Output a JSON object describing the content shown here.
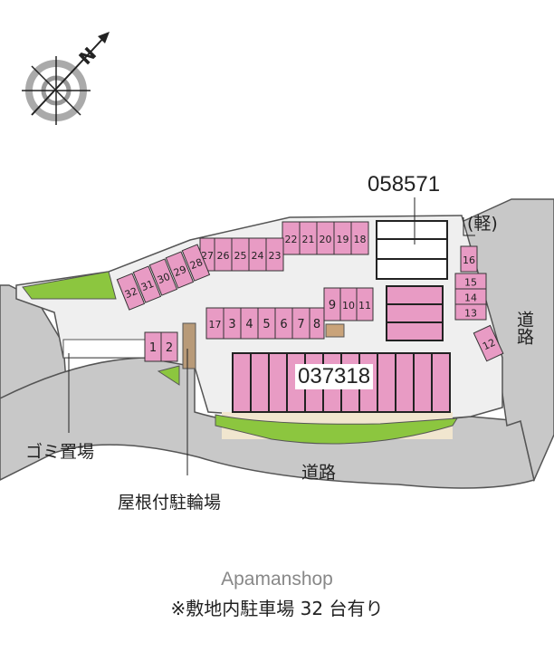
{
  "compass": {
    "north_label": "N"
  },
  "buildings": [
    {
      "id": "058571"
    },
    {
      "id": "037318"
    }
  ],
  "labels": {
    "kei": "(軽)",
    "road_right": "道路",
    "road_bottom": "道路",
    "garbage": "ゴミ置場",
    "bike_parking": "屋根付駐輪場"
  },
  "parking_spots": [
    "1",
    "2",
    "3",
    "4",
    "5",
    "6",
    "7",
    "8",
    "9",
    "10",
    "11",
    "12",
    "13",
    "14",
    "15",
    "16",
    "17",
    "18",
    "19",
    "20",
    "21",
    "22",
    "23",
    "24",
    "25",
    "26",
    "27",
    "28",
    "29",
    "30",
    "31",
    "32"
  ],
  "footer": {
    "brand": "Apamanshop",
    "note": "※敷地内駐車場 32 台有り"
  },
  "colors": {
    "spot": "#e89bc4",
    "road": "#c8c8c8",
    "lot": "#efefef",
    "green": "#8cc63f",
    "sand": "#f1e6cf"
  }
}
